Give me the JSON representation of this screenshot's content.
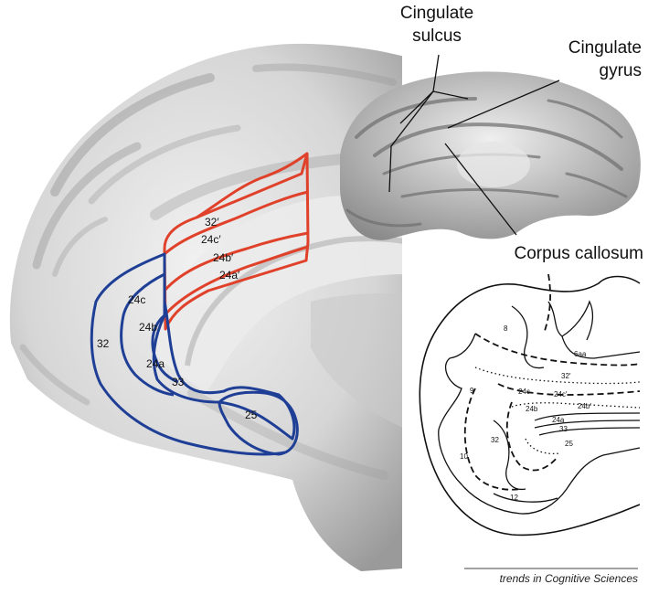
{
  "colors": {
    "ventral": "#1f3f96",
    "dorsal": "#e0412a",
    "brain": "#d8d8d8",
    "ink": "#111111"
  },
  "labels": {
    "cingulate_sulcus": [
      "Cingulate",
      "sulcus"
    ],
    "cingulate_gyrus": [
      "Cingulate",
      "gyrus"
    ],
    "corpus_callosum": "Corpus callosum"
  },
  "medial_view": {
    "dorsal_areas": [
      "32′",
      "24c′",
      "24b′",
      "24a′"
    ],
    "ventral_areas": [
      "24c",
      "24b",
      "32",
      "24a",
      "33",
      "25"
    ]
  },
  "section_map": {
    "areas": [
      "8",
      "6aa",
      "32′",
      "9",
      "24c′",
      "24c",
      "24b′",
      "24b",
      "24a",
      "33",
      "32",
      "25",
      "10",
      "12"
    ]
  },
  "source": "trends in Cognitive Sciences"
}
